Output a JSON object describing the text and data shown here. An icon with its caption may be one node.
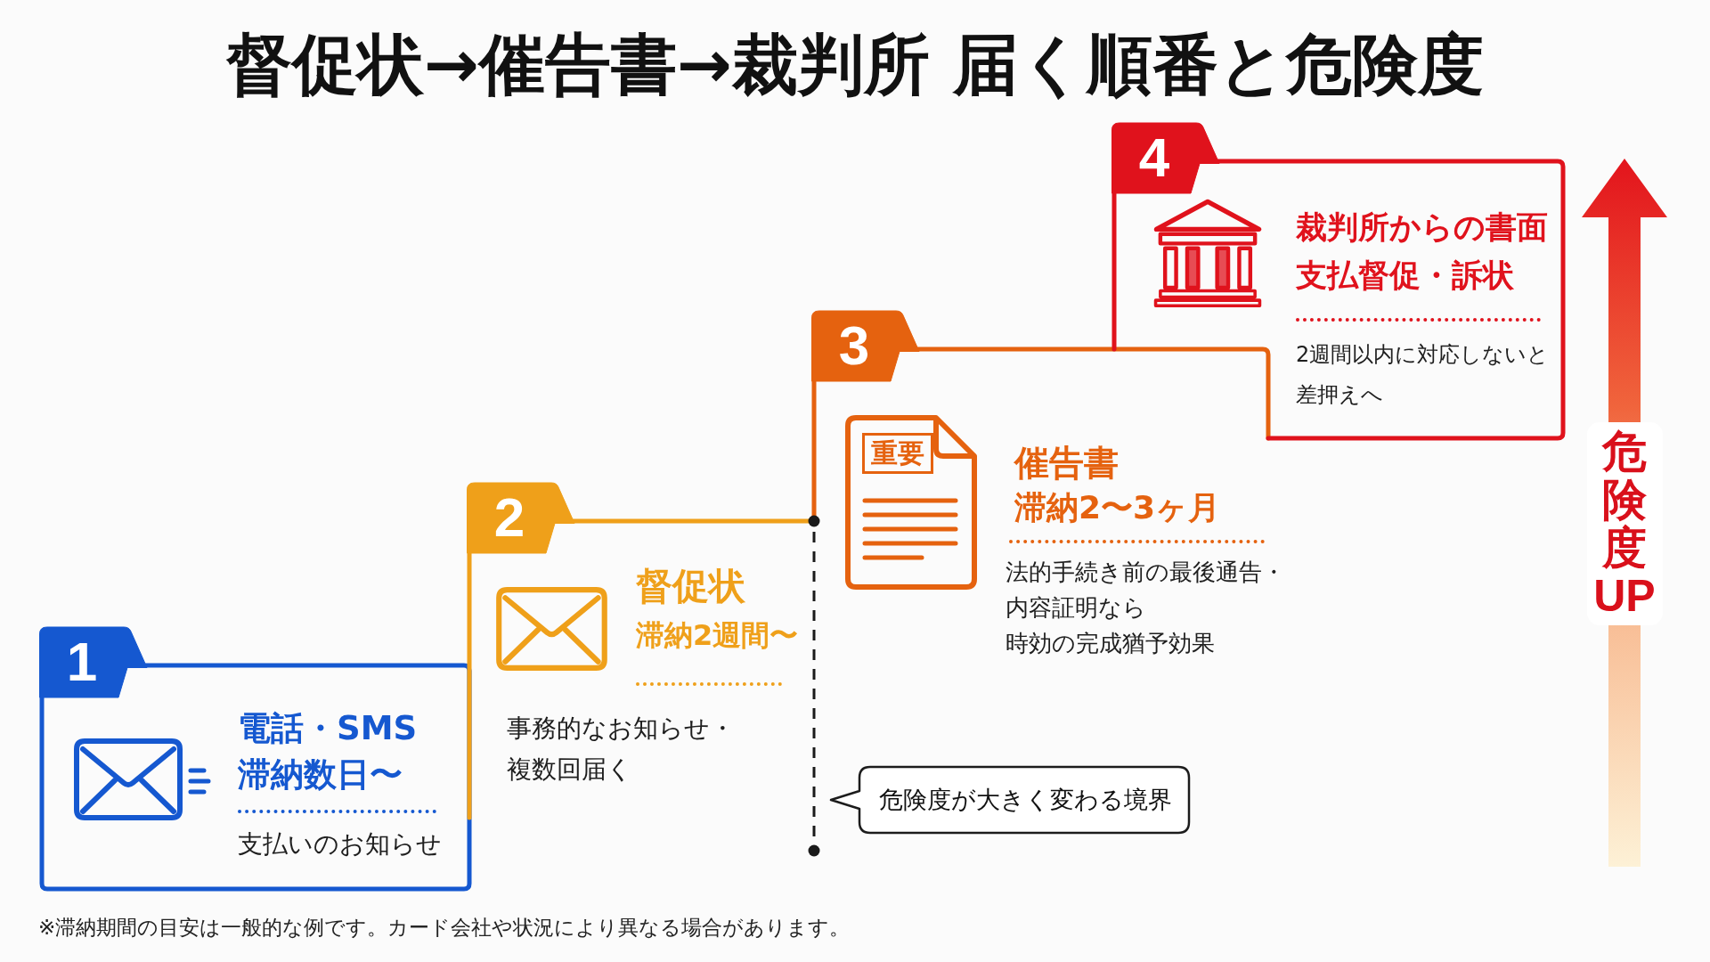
{
  "diagram": {
    "title": "督促状→催告書→裁判所 届く順番と危険度",
    "nodes": [
      {
        "text": [
          "1",
          "電話・SMS",
          "滞納数日〜",
          "支払いのお知らせ"
        ]
      },
      {
        "text": [
          "2",
          "督促状",
          "滞納2週間〜",
          "事務的なお知らせ・複数回届く"
        ]
      },
      {
        "text": [
          "3",
          "催告書",
          "滞納2〜3ヶ月",
          "法的手続き前の最後通告・",
          "内容証明なら",
          "時効の完成猶予効果"
        ]
      },
      {
        "text": [
          "4",
          "裁判所からの書面",
          "支払督促・訴状",
          "2週間以内に対応しないと差押えへ"
        ]
      },
      {
        "text": [
          "危険度が大きく変わる境界"
        ]
      }
    ],
    "labels": [
      "重要",
      "危険度UP",
      "※滞納期間の目安は一般的な例です。カード会社や状況により異なる場合があります。"
    ]
  }
}
